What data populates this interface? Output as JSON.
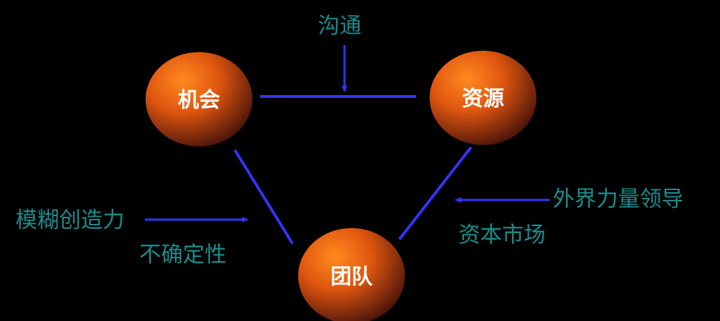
{
  "nodes": {
    "opportunity": "机会",
    "resources": "资源",
    "team": "团队"
  },
  "annotations": {
    "communication": "沟通",
    "ambiguity_creativity": "模糊创造力",
    "uncertainty": "不确定性",
    "external_leadership": "外界力量领导",
    "capital_market": "资本市场"
  },
  "colors": {
    "background": "#000000",
    "connector": "#3333ff",
    "arrow": "#3333ff",
    "annotation_text": "#1a8c8c",
    "node_fill_light": "#ff7a1a",
    "node_fill_dark": "#5a1a0a",
    "node_text": "#ffffff"
  }
}
